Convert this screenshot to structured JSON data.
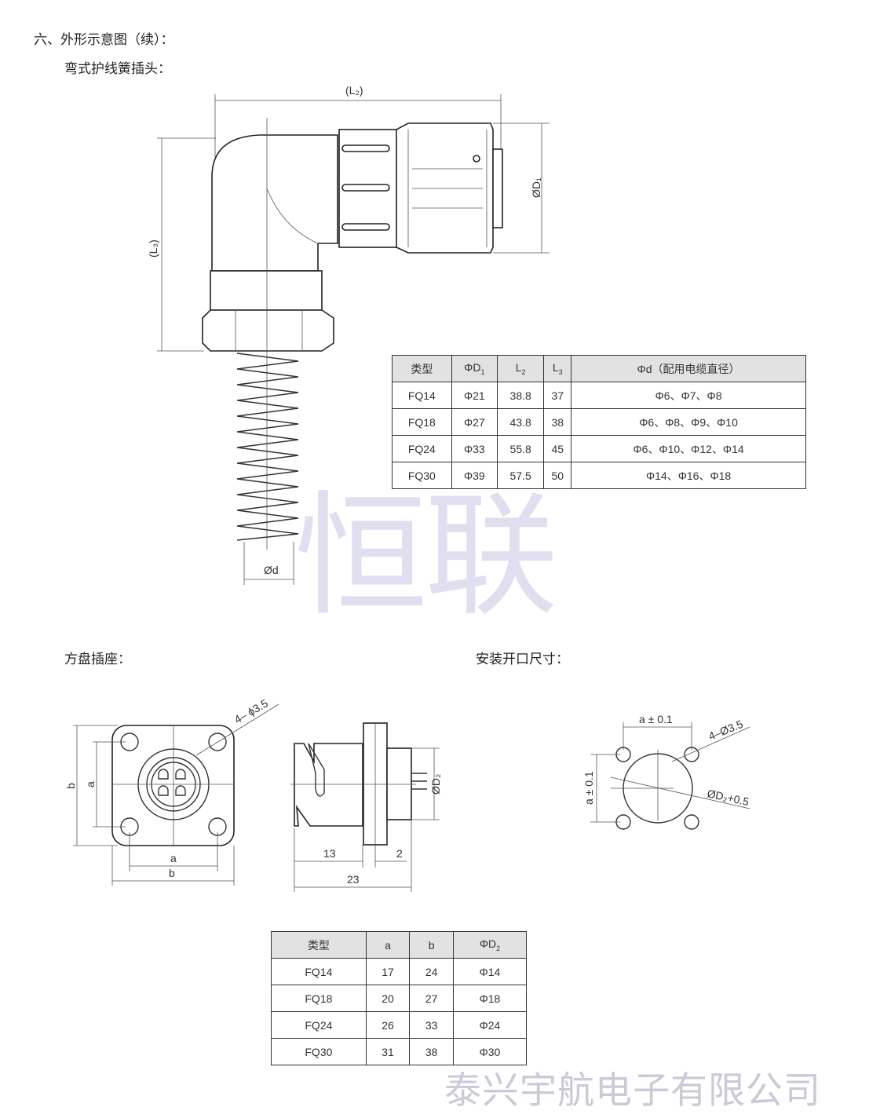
{
  "heading": "六、外形示意图（续）：",
  "sections": {
    "elbow": "弯式护线簧插头：",
    "square": "方盘插座：",
    "cutout": "安装开口尺寸："
  },
  "watermark": "恒联",
  "company": "泰兴宇航电子有限公司",
  "elbow_labels": {
    "L2": "(L₂)",
    "L3": "(L₃)",
    "D1": "ØD₁",
    "d": "Ød"
  },
  "square_labels": {
    "holes": "4– ϕ3.5",
    "a": "a",
    "b": "b",
    "a_v": "a",
    "b_v": "b",
    "dim13": "13",
    "dim2": "2",
    "dim23": "23",
    "D2": "ØD₂"
  },
  "cutout_labels": {
    "a_h": "a ± 0.1",
    "a_v": "a ± 0.1",
    "holes": "4–Ø3.5",
    "D2": "ØD₂+0.5"
  },
  "table1": {
    "headers": [
      "类型",
      "ΦD",
      "L",
      "L",
      "Φd（配用电缆直径）"
    ],
    "header_subs": [
      "",
      "1",
      "2",
      "3",
      ""
    ],
    "rows": [
      [
        "FQ14",
        "Φ21",
        "38.8",
        "37",
        "Φ6、Φ7、Φ8"
      ],
      [
        "FQ18",
        "Φ27",
        "43.8",
        "38",
        "Φ6、Φ8、Φ9、Φ10"
      ],
      [
        "FQ24",
        "Φ33",
        "55.8",
        "45",
        "Φ6、Φ10、Φ12、Φ14"
      ],
      [
        "FQ30",
        "Φ39",
        "57.5",
        "50",
        "Φ14、Φ16、Φ18"
      ]
    ]
  },
  "table2": {
    "headers": [
      "类型",
      "a",
      "b",
      "ΦD"
    ],
    "header_subs": [
      "",
      "",
      "",
      "2"
    ],
    "rows": [
      [
        "FQ14",
        "17",
        "24",
        "Φ14"
      ],
      [
        "FQ18",
        "20",
        "27",
        "Φ18"
      ],
      [
        "FQ24",
        "26",
        "33",
        "Φ24"
      ],
      [
        "FQ30",
        "31",
        "38",
        "Φ30"
      ]
    ]
  }
}
